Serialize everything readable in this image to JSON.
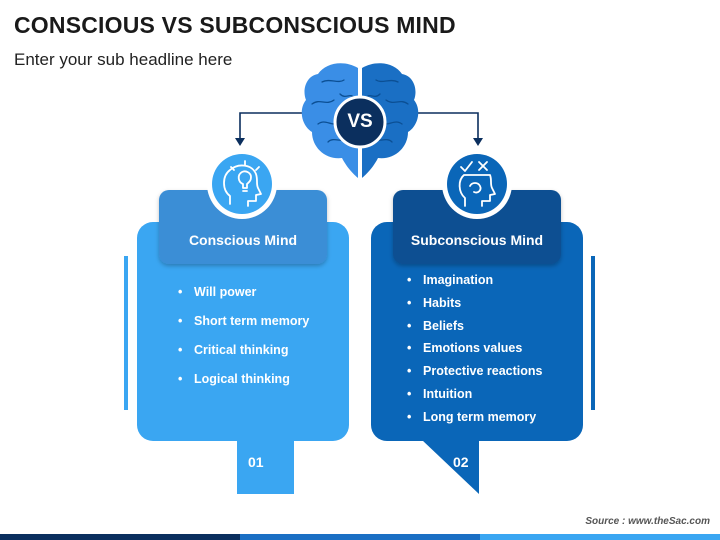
{
  "header": {
    "title": "CONSCIOUS VS SUBCONSCIOUS MIND",
    "subtitle": "Enter your sub headline here"
  },
  "center": {
    "vs_label": "VS",
    "brain_icon": "brain-icon"
  },
  "left_card": {
    "icon": "head-lightbulb-icon",
    "title": "Conscious Mind",
    "items": [
      "Will power",
      "Short term memory",
      "Critical thinking",
      "Logical thinking"
    ],
    "number": "01"
  },
  "right_card": {
    "icon": "head-check-cross-icon",
    "title": "Subconscious Mind",
    "items": [
      "Imagination",
      "Habits",
      "Beliefs",
      "Emotions values",
      "Protective reactions",
      "Intuition",
      "Long term memory"
    ],
    "number": "02"
  },
  "footer": {
    "source": "Source : www.theSac.com"
  },
  "colors": {
    "light_blue": "#3aa6f2",
    "light_blue_header": "#3b8ed6",
    "dark_blue": "#0a66b8",
    "dark_blue_header": "#0a4f92",
    "navy": "#0b2f5e"
  }
}
